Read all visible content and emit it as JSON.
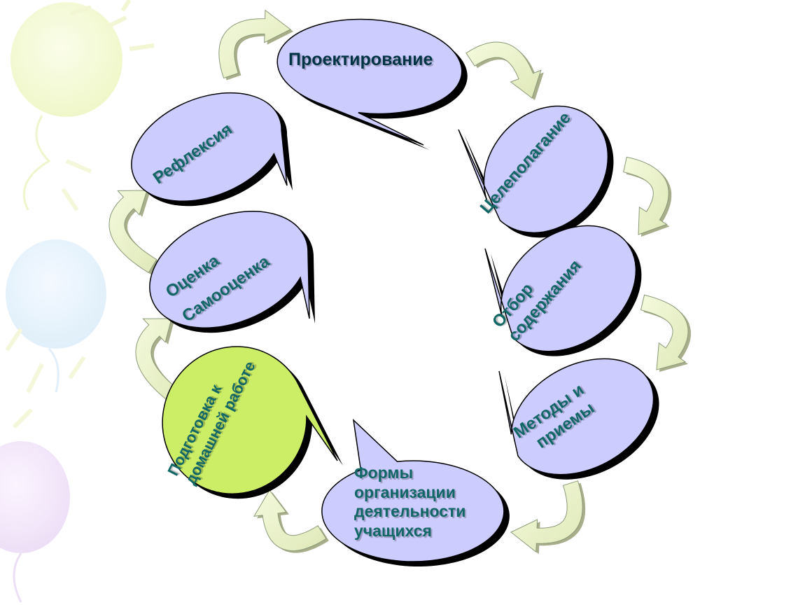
{
  "colors": {
    "bubble_fill": "#ccccff",
    "bubble_highlight_fill": "#ccee66",
    "bubble_stroke": "#000000",
    "text_teal": "#116666",
    "text_title": "#003344",
    "arrow_fill": "#eef7c8",
    "arrow_dark": "#a8ad8a"
  },
  "diagram": {
    "nodes": [
      {
        "id": "proektirovanie",
        "label": "Проектирование"
      },
      {
        "id": "celepolaganie",
        "label": "Целеполагание"
      },
      {
        "id": "otbor",
        "label": "Отбор содержания",
        "lines": [
          "Отбор",
          "содержания"
        ]
      },
      {
        "id": "metody",
        "label": "Методы и приемы",
        "lines": [
          "Методы и",
          "приемы"
        ]
      },
      {
        "id": "formy",
        "label": "Формы организации деятельности учащихся",
        "lines": [
          "Формы",
          "организации",
          "деятельности",
          "учащихся"
        ]
      },
      {
        "id": "podgotovka",
        "label": "Подготовка к домашней работе",
        "lines": [
          "Подготовка к",
          "домашней работе"
        ],
        "highlighted": true
      },
      {
        "id": "ocenka",
        "label": "Оценка Самооценка",
        "lines": [
          "Оценка",
          "Самооценка"
        ]
      },
      {
        "id": "refleksiya",
        "label": "Рефлексия"
      }
    ],
    "edges": [
      {
        "from": "refleksiya",
        "to": "proektirovanie"
      },
      {
        "from": "proektirovanie",
        "to": "celepolaganie"
      },
      {
        "from": "celepolaganie",
        "to": "otbor"
      },
      {
        "from": "otbor",
        "to": "metody"
      },
      {
        "from": "metody",
        "to": "formy"
      },
      {
        "from": "formy",
        "to": "podgotovka"
      },
      {
        "from": "podgotovka",
        "to": "ocenka"
      },
      {
        "from": "ocenka",
        "to": "refleksiya"
      }
    ]
  }
}
